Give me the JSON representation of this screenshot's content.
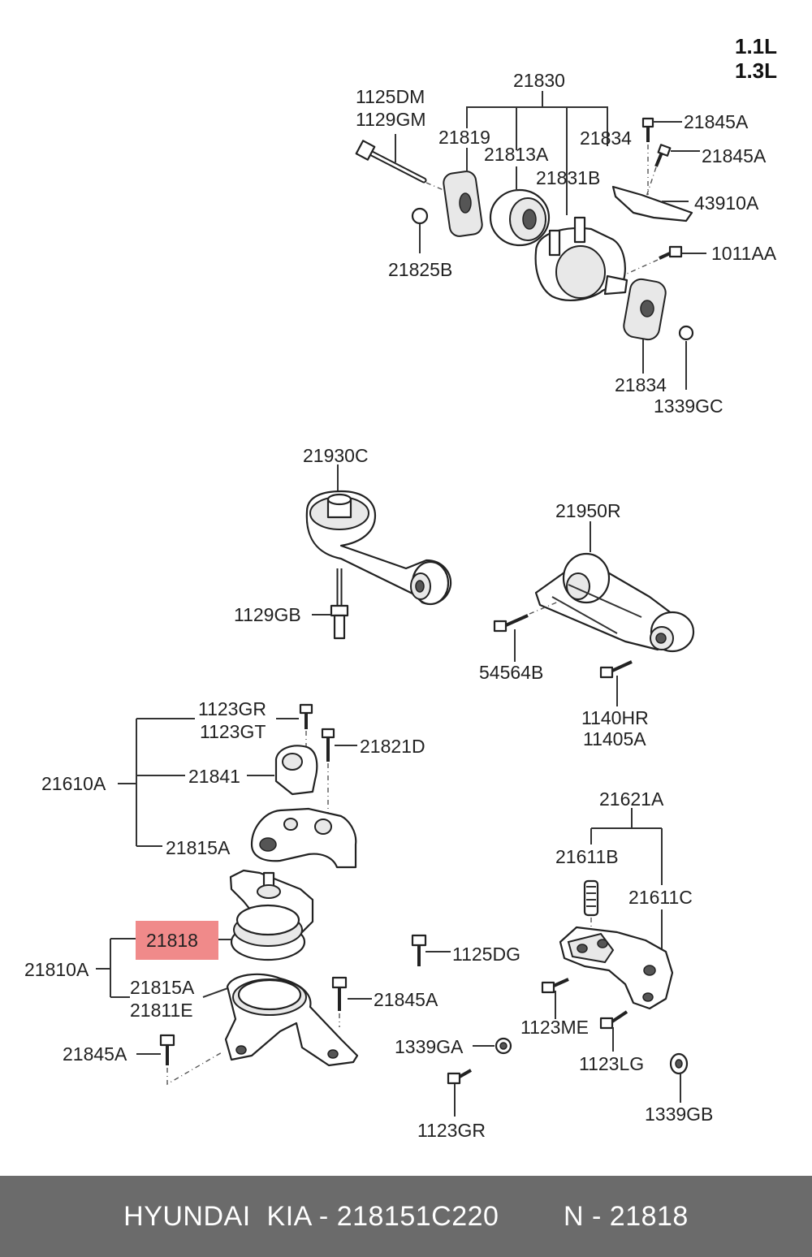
{
  "engine": [
    "1.1L",
    "1.3L"
  ],
  "top_group": {
    "l_21830": "21830",
    "l_1125DM": "1125DM",
    "l_1129GM": "1129GM",
    "l_21819": "21819",
    "l_21813A": "21813A",
    "l_21834a": "21834",
    "l_21845A_1": "21845A",
    "l_21845A_2": "21845A",
    "l_21831B": "21831B",
    "l_43910A": "43910A",
    "l_1011AA": "1011AA",
    "l_21825B": "21825B",
    "l_21834b": "21834",
    "l_1339GC": "1339GC"
  },
  "mid_group": {
    "l_21930C": "21930C",
    "l_1129GB": "1129GB",
    "l_21950R": "21950R",
    "l_54564B": "54564B",
    "l_1140HR": "1140HR",
    "l_11405A": "11405A"
  },
  "left_group": {
    "l_1123GR_1": "1123GR",
    "l_1123GT": "1123GT",
    "l_21821D": "21821D",
    "l_21610A": "21610A",
    "l_21841": "21841",
    "l_21815A_1": "21815A",
    "l_21818": "21818",
    "l_21810A": "21810A",
    "l_21815A_2": "21815A",
    "l_21811E": "21811E",
    "l_21845A_3": "21845A",
    "l_21845A_4": "21845A"
  },
  "right_group": {
    "l_21621A": "21621A",
    "l_21611B": "21611B",
    "l_21611C": "21611C",
    "l_1125DG": "1125DG",
    "l_1123ME": "1123ME",
    "l_1123LG": "1123LG",
    "l_1339GA": "1339GA",
    "l_1339GB": "1339GB",
    "l_1123GR_2": "1123GR"
  },
  "highlight_color": "#f08a8a",
  "footer": {
    "brand": "HYUNDAI  KIA - 218151C220",
    "number": "N - 21818"
  }
}
